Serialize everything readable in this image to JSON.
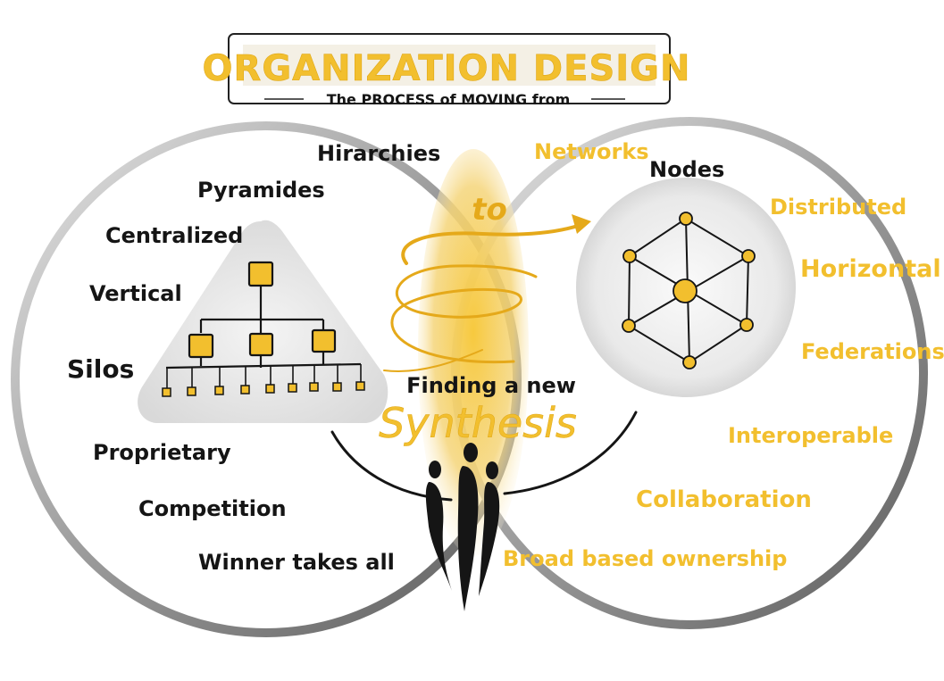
{
  "header": {
    "title": "ORGANIZATION DESIGN",
    "subtitle": "The PROCESS of MOVING from"
  },
  "connector": "to",
  "center": {
    "line1": "Finding a new",
    "line2": "Synthesis"
  },
  "left_terms": [
    "Hirarchies",
    "Pyramides",
    "Centralized",
    "Vertical",
    "Silos",
    "Proprietary",
    "Competition",
    "Winner takes all"
  ],
  "right_terms": [
    "Networks",
    "Nodes",
    "Distributed",
    "Horizontal",
    "Federations",
    "Interoperable",
    "Collaboration",
    "Broad based ownership"
  ],
  "colors": {
    "gold": "#f2bf2e",
    "gold_dark": "#e0a818",
    "ink": "#151515",
    "ring": "#8a8a8a"
  },
  "icons": {
    "left": "hierarchy-pyramid-icon",
    "right": "network-hexagon-icon",
    "people": "people-figures-icon"
  }
}
